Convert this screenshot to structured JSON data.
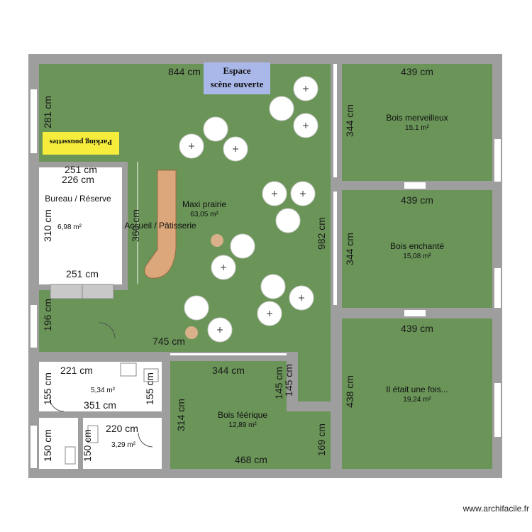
{
  "rooms": {
    "maxi_prairie": {
      "name": "Maxi prairie",
      "area": "63,05 m²"
    },
    "bois_merveilleux": {
      "name": "Bois merveilleux",
      "area": "15,1 m²"
    },
    "bois_enchante": {
      "name": "Bois enchanté",
      "area": "15,08 m²"
    },
    "il_etait": {
      "name": "Il était une fois...",
      "area": "19,24 m²"
    },
    "bois_feerique": {
      "name": "Bois féérique",
      "area": "12,89 m²"
    },
    "bureau": {
      "name": "Bureau / Réserve",
      "area": "6,98 m²"
    },
    "accueil": {
      "name": "Accueil / Pâtisserie"
    },
    "wc1": {
      "area": "5,34 m²"
    },
    "wc2": {
      "area": "3,29 m²"
    }
  },
  "labels": {
    "espace_line1": "Espace",
    "espace_line2": "scène ouverte",
    "parking": "Parking poussettes",
    "watermark": "www.archifacile.fr"
  },
  "dimensions": {
    "d844": "844 cm",
    "d281": "281 cm",
    "d439a": "439 cm",
    "d439b": "439 cm",
    "d439c": "439 cm",
    "d344a": "344 cm",
    "d344b": "344 cm",
    "d344c": "344 cm",
    "d982": "982 cm",
    "d438": "438 cm",
    "d251a": "251 cm",
    "d226": "226 cm",
    "d251b": "251 cm",
    "d310": "310 cm",
    "d360": "360 cm",
    "d196": "196 cm",
    "d745": "745 cm",
    "d221": "221 cm",
    "d155a": "155 cm",
    "d155b": "155 cm",
    "d351": "351 cm",
    "d220": "220 cm",
    "d150a": "150 cm",
    "d150b": "150 cm",
    "d145a": "145 cm",
    "d145b": "145 cm",
    "d314": "314 cm",
    "d169": "169 cm",
    "d468": "468 cm"
  },
  "colors": {
    "wall": "#9e9e9e",
    "floor_green": "#6a9458",
    "room_white": "#ffffff",
    "espace_blue": "#a9b8e8",
    "parking_yellow": "#f5ec3c",
    "counter": "#dca77a",
    "stool": "#d9b08a",
    "bench": "#c8c8c8"
  }
}
